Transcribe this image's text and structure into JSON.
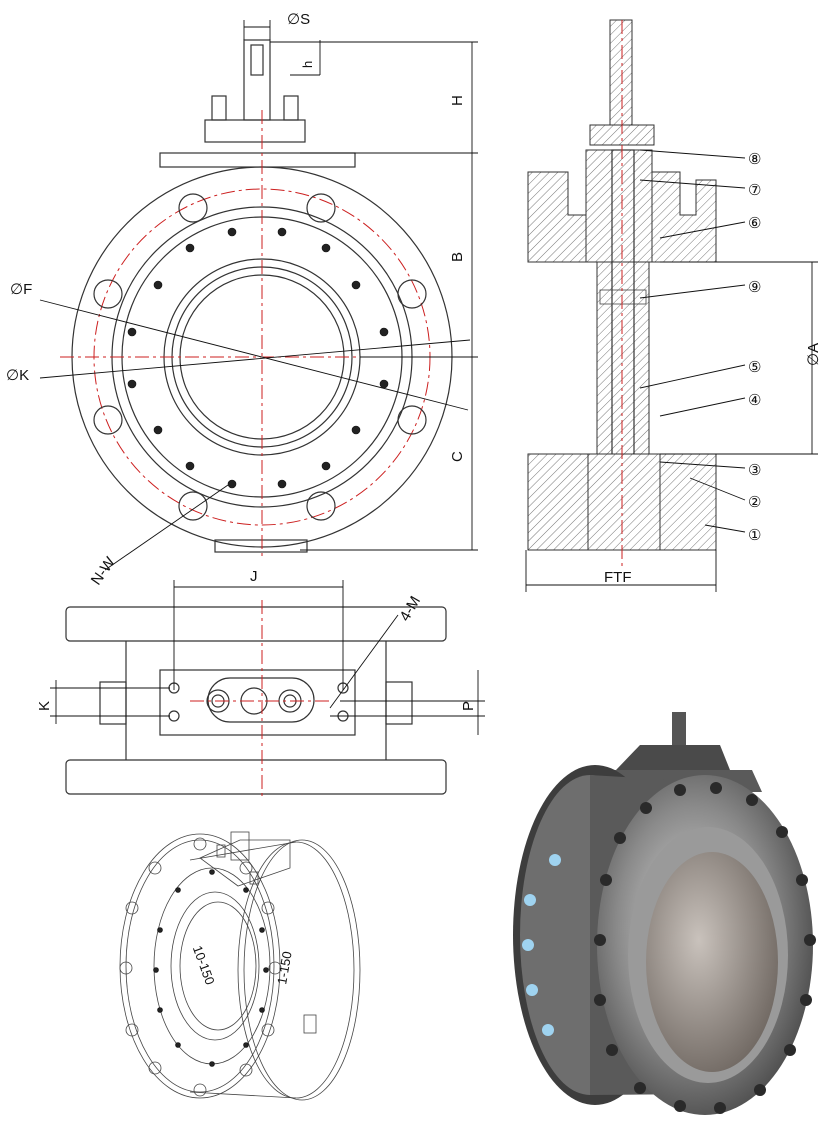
{
  "dimension_labels": {
    "s": "∅S",
    "h": "h",
    "H": "H",
    "B": "B",
    "C": "C",
    "F": "∅F",
    "K": "∅K",
    "NW": "N-W",
    "J": "J",
    "M": "4-M",
    "Kside": "K",
    "P": "P",
    "A": "∅A",
    "FTF": "FTF"
  },
  "part_callouts": [
    "①",
    "②",
    "③",
    "④",
    "⑤",
    "⑥",
    "⑦",
    "⑧",
    "⑨"
  ],
  "iso_text": {
    "left": "10-150",
    "right": "1-150"
  },
  "colors": {
    "centerline": "#cc1f1f",
    "outline": "#333333",
    "photo_metal": "#9a9a9a"
  }
}
